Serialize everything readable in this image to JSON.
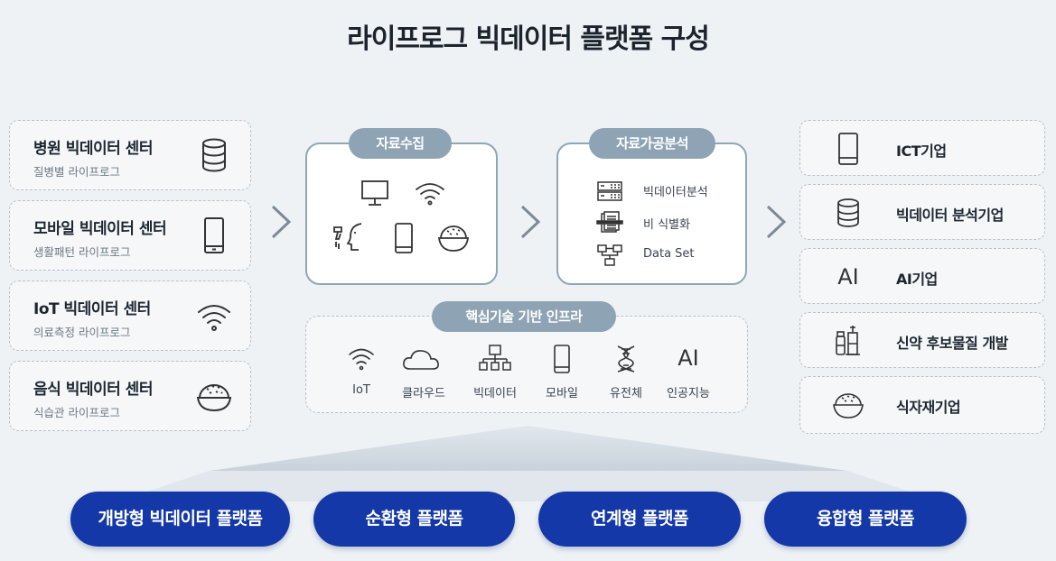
{
  "title": "라이프로그 빅데이터 플랫폼 구성",
  "centers": [
    {
      "name": "병원 빅데이터 센터",
      "sub": "질병별 라이프로그",
      "icon": "database-icon"
    },
    {
      "name": "모바일 빅데이터 센터",
      "sub": "생활패턴 라이프로그",
      "icon": "mobile-icon"
    },
    {
      "name": "IoT 빅데이터 센터",
      "sub": "의료측정 라이프로그",
      "icon": "wifi-icon"
    },
    {
      "name": "음식 빅데이터 센터",
      "sub": "식습관 라이프로그",
      "icon": "rice-bowl-icon"
    }
  ],
  "collection": {
    "label": "자료수집",
    "icons": [
      "monitor-icon",
      "wifi-icon",
      "face-scan-icon",
      "mobile-icon",
      "rice-bowl-icon"
    ]
  },
  "analysis": {
    "label": "자료가공분석",
    "items": [
      {
        "text": "빅데이터분석",
        "icon": "server-icon"
      },
      {
        "text": "비 식별화",
        "icon": "anonymize-icon"
      },
      {
        "text": "Data Set",
        "icon": "network-icon"
      }
    ]
  },
  "infra": {
    "label": "핵심기술 기반 인프라",
    "items": [
      {
        "text": "IoT",
        "icon": "wifi-icon"
      },
      {
        "text": "클라우드",
        "icon": "cloud-icon"
      },
      {
        "text": "빅데이터",
        "icon": "network-tree-icon"
      },
      {
        "text": "모바일",
        "icon": "mobile-icon"
      },
      {
        "text": "유전체",
        "icon": "dna-icon"
      },
      {
        "text": "인공지능",
        "icon": "ai-icon",
        "glyph": "AI"
      }
    ]
  },
  "targets": [
    {
      "text": "ICT기업",
      "icon": "mobile-icon"
    },
    {
      "text": "빅데이터 분석기업",
      "icon": "database-icon"
    },
    {
      "text": "AI기업",
      "icon": "ai-icon",
      "glyph": "AI"
    },
    {
      "text": "신약 후보물질 개발",
      "icon": "vial-icon"
    },
    {
      "text": "식자재기업",
      "icon": "rice-bowl-icon"
    }
  ],
  "platforms": [
    "개방형 빅데이터 플랫폼",
    "순환형 플랫폼",
    "연계형 플랫폼",
    "융합형 플랫폼"
  ],
  "colors": {
    "accent": "#1438a8",
    "pill": "#8ea3b3",
    "border": "#8fa6b6"
  }
}
